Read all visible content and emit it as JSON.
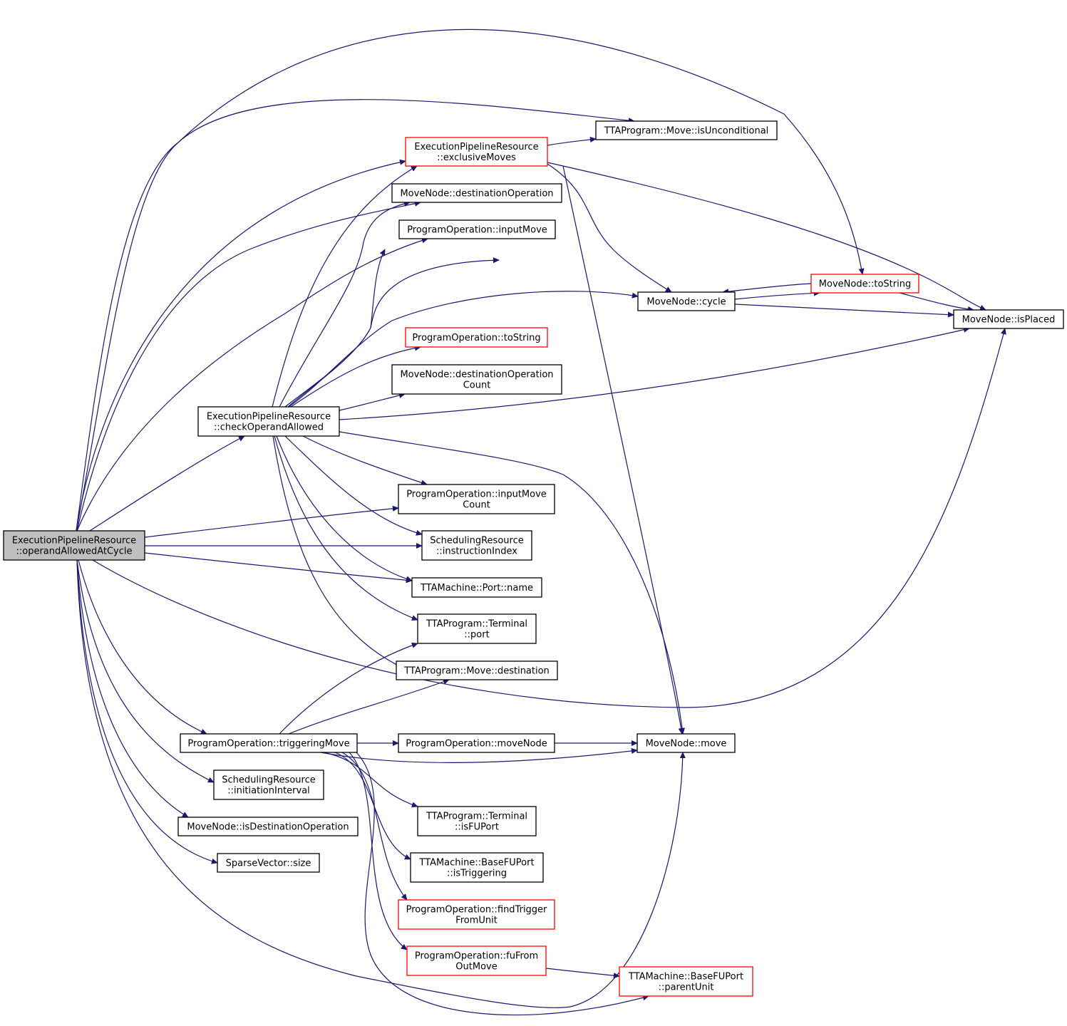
{
  "colors": {
    "edge": "#191970",
    "node_border_normal": "#000000",
    "node_border_truncated": "#ff0000",
    "root_fill": "#bfbfbf",
    "node_fill": "#ffffff"
  },
  "nodes": [
    {
      "id": "root",
      "lines": [
        "ExecutionPipelineResource",
        "::operandAllowedAtCycle"
      ],
      "style": "root"
    },
    {
      "id": "checkOperandAllowed",
      "lines": [
        "ExecutionPipelineResource",
        "::checkOperandAllowed"
      ],
      "style": "normal"
    },
    {
      "id": "exclusiveMoves",
      "lines": [
        "ExecutionPipelineResource",
        "::exclusiveMoves"
      ],
      "style": "truncated"
    },
    {
      "id": "isUnconditional",
      "lines": [
        "TTAProgram::Move::isUnconditional"
      ],
      "style": "normal"
    },
    {
      "id": "destinationOperation",
      "lines": [
        "MoveNode::destinationOperation"
      ],
      "style": "normal"
    },
    {
      "id": "inputMove",
      "lines": [
        "ProgramOperation::inputMove"
      ],
      "style": "normal"
    },
    {
      "id": "mnToString",
      "lines": [
        "MoveNode::toString"
      ],
      "style": "truncated"
    },
    {
      "id": "cycle",
      "lines": [
        "MoveNode::cycle"
      ],
      "style": "normal"
    },
    {
      "id": "isPlaced",
      "lines": [
        "MoveNode::isPlaced"
      ],
      "style": "normal"
    },
    {
      "id": "poToString",
      "lines": [
        "ProgramOperation::toString"
      ],
      "style": "truncated"
    },
    {
      "id": "destOpCount",
      "lines": [
        "MoveNode::destinationOperation",
        "Count"
      ],
      "style": "normal"
    },
    {
      "id": "inputMoveCount",
      "lines": [
        "ProgramOperation::inputMove",
        "Count"
      ],
      "style": "normal"
    },
    {
      "id": "instructionIndex",
      "lines": [
        "SchedulingResource",
        "::instructionIndex"
      ],
      "style": "normal"
    },
    {
      "id": "portName",
      "lines": [
        "TTAMachine::Port::name"
      ],
      "style": "normal"
    },
    {
      "id": "terminalPort",
      "lines": [
        "TTAProgram::Terminal",
        "::port"
      ],
      "style": "normal"
    },
    {
      "id": "moveDestination",
      "lines": [
        "TTAProgram::Move::destination"
      ],
      "style": "normal"
    },
    {
      "id": "triggeringMove",
      "lines": [
        "ProgramOperation::triggeringMove"
      ],
      "style": "normal"
    },
    {
      "id": "moveNode",
      "lines": [
        "ProgramOperation::moveNode"
      ],
      "style": "normal"
    },
    {
      "id": "mnMove",
      "lines": [
        "MoveNode::move"
      ],
      "style": "normal"
    },
    {
      "id": "initiationInterval",
      "lines": [
        "SchedulingResource",
        "::initiationInterval"
      ],
      "style": "normal"
    },
    {
      "id": "isDestinationOperation",
      "lines": [
        "MoveNode::isDestinationOperation"
      ],
      "style": "normal"
    },
    {
      "id": "svSize",
      "lines": [
        "SparseVector::size"
      ],
      "style": "normal"
    },
    {
      "id": "isFUPort",
      "lines": [
        "TTAProgram::Terminal",
        "::isFUPort"
      ],
      "style": "normal"
    },
    {
      "id": "isTriggering",
      "lines": [
        "TTAMachine::BaseFUPort",
        "::isTriggering"
      ],
      "style": "normal"
    },
    {
      "id": "findTriggerFromUnit",
      "lines": [
        "ProgramOperation::findTrigger",
        "FromUnit"
      ],
      "style": "truncated"
    },
    {
      "id": "fuFromOutMove",
      "lines": [
        "ProgramOperation::fuFrom",
        "OutMove"
      ],
      "style": "truncated"
    },
    {
      "id": "parentUnit",
      "lines": [
        "TTAMachine::BaseFUPort",
        "::parentUnit"
      ],
      "style": "truncated"
    }
  ],
  "edges": [
    {
      "from": "root",
      "to": "checkOperandAllowed"
    },
    {
      "from": "root",
      "to": "exclusiveMoves"
    },
    {
      "from": "root",
      "to": "isUnconditional"
    },
    {
      "from": "root",
      "to": "destinationOperation"
    },
    {
      "from": "root",
      "to": "inputMove"
    },
    {
      "from": "root",
      "to": "mnToString"
    },
    {
      "from": "root",
      "to": "isPlaced"
    },
    {
      "from": "root",
      "to": "inputMoveCount"
    },
    {
      "from": "root",
      "to": "instructionIndex"
    },
    {
      "from": "root",
      "to": "portName"
    },
    {
      "from": "root",
      "to": "triggeringMove"
    },
    {
      "from": "root",
      "to": "initiationInterval"
    },
    {
      "from": "root",
      "to": "isDestinationOperation"
    },
    {
      "from": "root",
      "to": "svSize"
    },
    {
      "from": "root",
      "to": "mnMove"
    },
    {
      "from": "checkOperandAllowed",
      "to": "exclusiveMoves"
    },
    {
      "from": "checkOperandAllowed",
      "to": "destinationOperation"
    },
    {
      "from": "checkOperandAllowed",
      "to": "inputMove"
    },
    {
      "from": "checkOperandAllowed",
      "to": "mnToString"
    },
    {
      "from": "checkOperandAllowed",
      "to": "cycle"
    },
    {
      "from": "checkOperandAllowed",
      "to": "poToString"
    },
    {
      "from": "checkOperandAllowed",
      "to": "destOpCount"
    },
    {
      "from": "checkOperandAllowed",
      "to": "isPlaced"
    },
    {
      "from": "checkOperandAllowed",
      "to": "mnMove"
    },
    {
      "from": "checkOperandAllowed",
      "to": "inputMoveCount"
    },
    {
      "from": "checkOperandAllowed",
      "to": "instructionIndex"
    },
    {
      "from": "checkOperandAllowed",
      "to": "portName"
    },
    {
      "from": "checkOperandAllowed",
      "to": "terminalPort"
    },
    {
      "from": "checkOperandAllowed",
      "to": "moveDestination"
    },
    {
      "from": "exclusiveMoves",
      "to": "isUnconditional"
    },
    {
      "from": "exclusiveMoves",
      "to": "cycle"
    },
    {
      "from": "exclusiveMoves",
      "to": "isPlaced"
    },
    {
      "from": "exclusiveMoves",
      "to": "mnMove"
    },
    {
      "from": "mnToString",
      "to": "cycle"
    },
    {
      "from": "mnToString",
      "to": "isPlaced"
    },
    {
      "from": "cycle",
      "to": "mnToString"
    },
    {
      "from": "cycle",
      "to": "isPlaced"
    },
    {
      "from": "triggeringMove",
      "to": "terminalPort"
    },
    {
      "from": "triggeringMove",
      "to": "moveDestination"
    },
    {
      "from": "triggeringMove",
      "to": "moveNode"
    },
    {
      "from": "triggeringMove",
      "to": "mnMove"
    },
    {
      "from": "triggeringMove",
      "to": "isFUPort"
    },
    {
      "from": "triggeringMove",
      "to": "isTriggering"
    },
    {
      "from": "triggeringMove",
      "to": "findTriggerFromUnit"
    },
    {
      "from": "triggeringMove",
      "to": "fuFromOutMove"
    },
    {
      "from": "triggeringMove",
      "to": "parentUnit"
    },
    {
      "from": "moveNode",
      "to": "mnMove"
    },
    {
      "from": "fuFromOutMove",
      "to": "parentUnit"
    }
  ]
}
